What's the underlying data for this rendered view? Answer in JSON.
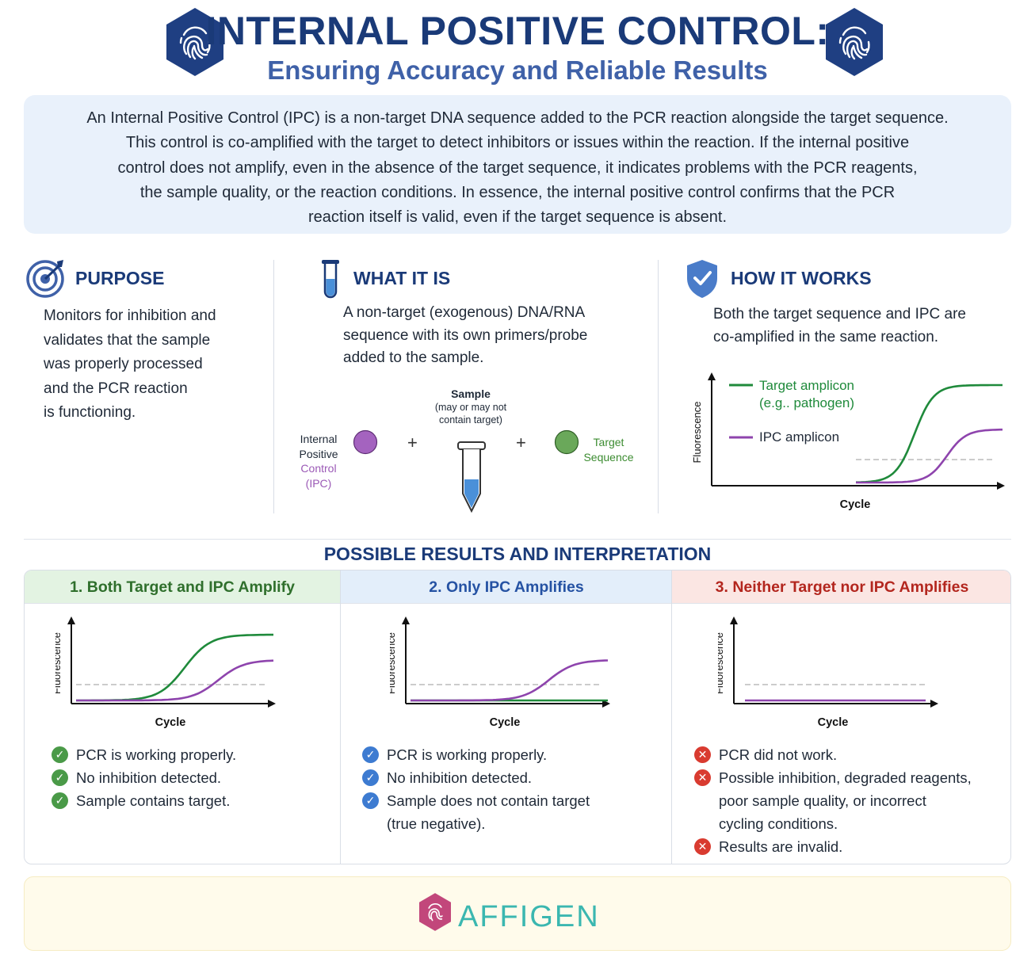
{
  "header": {
    "title": "INTERNAL POSITIVE CONTROL:",
    "subtitle": "Ensuring Accuracy and Reliable Results",
    "logo_icon": "fingerprint-hexagon-icon",
    "colors": {
      "title": "#1a3a78",
      "subtitle": "#3f61a8",
      "hex": "#1f3f82"
    }
  },
  "intro": {
    "lines": [
      "An Internal Positive Control (IPC) is a non-target DNA sequence added to the PCR reaction alongside the target sequence.",
      "This control is co-amplified with the target to detect inhibitors or issues within the reaction. If the internal positive",
      "control does not amplify, even in the absence of the target sequence, it indicates problems with the PCR reagents,",
      "the sample quality, or the reaction conditions. In essence, the internal positive control confirms that the PCR",
      "reaction itself is valid, even if the target sequence is absent."
    ]
  },
  "purpose": {
    "title": "PURPOSE",
    "icon": "target-icon",
    "lines": [
      "Monitors for inhibition and",
      "validates that the sample",
      "was properly processed",
      "and the PCR reaction",
      "is functioning."
    ]
  },
  "what_it_is": {
    "title": "WHAT IT IS",
    "icon": "test-tube-icon",
    "lines": [
      "A non-target (exogenous) DNA/RNA",
      "sequence with its own primers/probe",
      "added to the sample."
    ],
    "diagram": {
      "ipc_label_1": "Internal",
      "ipc_label_2": "Positive",
      "ipc_label_3": "Control",
      "ipc_label_4": "(IPC)",
      "plus": "+",
      "sample_label": "Sample",
      "sample_note_1": "(may or may not",
      "sample_note_2": "contain target)",
      "target_label_1": "Target",
      "target_label_2": "Sequence",
      "colors": {
        "ipc": "#9b59b6",
        "target": "#5a9e4b",
        "tube_fill": "#4a90d9"
      }
    }
  },
  "how_it_works": {
    "title": "HOW IT WORKS",
    "icon": "shield-check-icon",
    "lines": [
      "Both the target sequence and IPC are",
      "co-amplified in the same reaction."
    ],
    "legend": {
      "target_1": "Target amplicon",
      "target_2": "(e.g.. pathogen)",
      "ipc": "IPC amplicon"
    },
    "xlabel": "Cycle",
    "ylabel": "Fluorescence"
  },
  "results": {
    "title": "POSSIBLE RESULTS AND INTERPRETATION",
    "columns": [
      {
        "heading": "1. Both Target and IPC Amplify",
        "head_bg": "#e3f3e2",
        "head_color": "#2f6f2c",
        "icon_color": "#4a9a48",
        "icon": "check-circle-icon",
        "glyph": "✓",
        "xlabel": "Cycle",
        "ylabel": "Fluorescence",
        "bullets": [
          "PCR is working properly.",
          "No inhibition detected.",
          "Sample contains target."
        ]
      },
      {
        "heading": "2. Only IPC Amplifies",
        "head_bg": "#e3eefa",
        "head_color": "#2552a3",
        "icon_color": "#3d7bd1",
        "icon": "check-circle-icon",
        "glyph": "✓",
        "xlabel": "Cycle",
        "ylabel": "Fluorescence",
        "bullets": [
          "PCR is working properly.",
          "No inhibition detected.",
          "Sample does not contain target",
          "(true negative)."
        ]
      },
      {
        "heading": "3. Neither Target nor IPC Amplifies",
        "head_bg": "#fbe6e3",
        "head_color": "#b3261e",
        "icon_color": "#d93b30",
        "icon": "x-circle-icon",
        "glyph": "✕",
        "xlabel": "Cycle",
        "ylabel": "Fluorescence",
        "bullets": [
          "PCR did not work.",
          "Possible inhibition, degraded reagents,",
          "poor sample quality, or incorrect",
          "cycling conditions.",
          "Results are invalid."
        ]
      }
    ]
  },
  "chart_data": [
    {
      "type": "line",
      "title": "",
      "xlabel": "Cycle",
      "ylabel": "Fluorescence",
      "series": [
        {
          "name": "Target amplicon",
          "color": "#1f8a3b",
          "shape": "sigmoid-early"
        },
        {
          "name": "IPC amplicon",
          "color": "#8e44ad",
          "shape": "sigmoid-late"
        }
      ],
      "threshold": "dashed"
    },
    {
      "type": "line",
      "xlabel": "Cycle",
      "ylabel": "Fluorescence",
      "series": [
        {
          "color": "#1f8a3b",
          "shape": "sigmoid-early"
        },
        {
          "color": "#8e44ad",
          "shape": "sigmoid-late"
        }
      ]
    },
    {
      "type": "line",
      "xlabel": "Cycle",
      "ylabel": "Fluorescence",
      "series": [
        {
          "color": "#1f8a3b",
          "shape": "flat"
        },
        {
          "color": "#8e44ad",
          "shape": "sigmoid-late"
        }
      ]
    },
    {
      "type": "line",
      "xlabel": "Cycle",
      "ylabel": "Fluorescence",
      "series": [
        {
          "color": "#8e44ad",
          "shape": "flat"
        }
      ]
    }
  ],
  "footer": {
    "brand": "AFFIGEN",
    "brand_icon": "fingerprint-hexagon-icon",
    "colors": {
      "brand_text": "#3bb7b0",
      "brand_icon": "#c2477b"
    }
  }
}
